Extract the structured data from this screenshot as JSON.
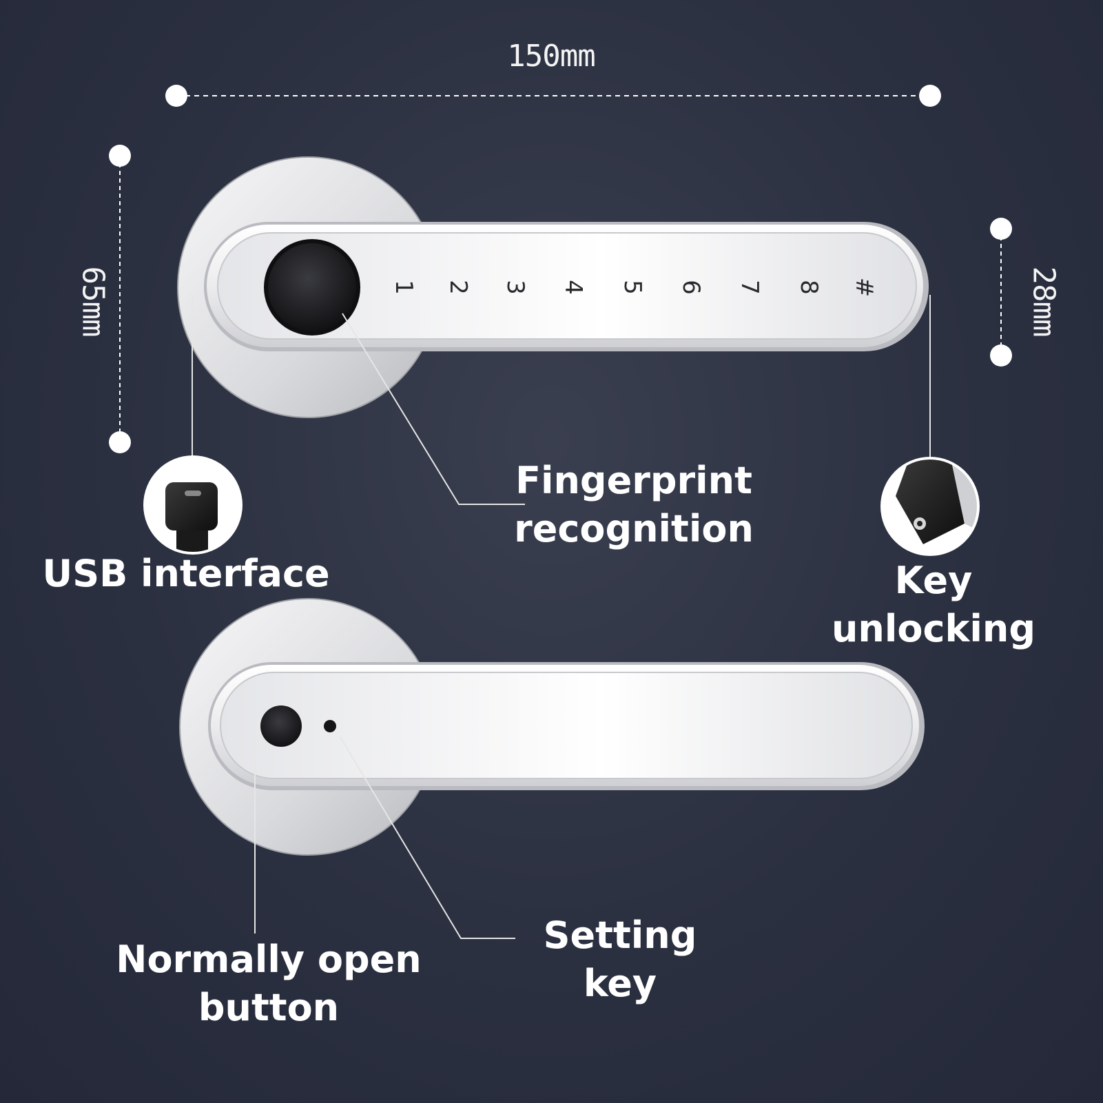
{
  "dimensions": {
    "length": "150mm",
    "rose_diameter": "65mm",
    "handle_height": "28mm"
  },
  "keypad_keys": [
    "1",
    "2",
    "3",
    "4",
    "5",
    "6",
    "7",
    "8",
    "#"
  ],
  "callouts": {
    "fingerprint": "Fingerprint recognition",
    "usb": "USB interface",
    "key": "Key unlocking",
    "normally_open": "Normally open button",
    "setting_key": "Setting key"
  },
  "colors": {
    "background": "#2b3040",
    "metal": "#e8e8ea",
    "sensor": "#1a1a1c",
    "line": "#d9d9d9"
  }
}
